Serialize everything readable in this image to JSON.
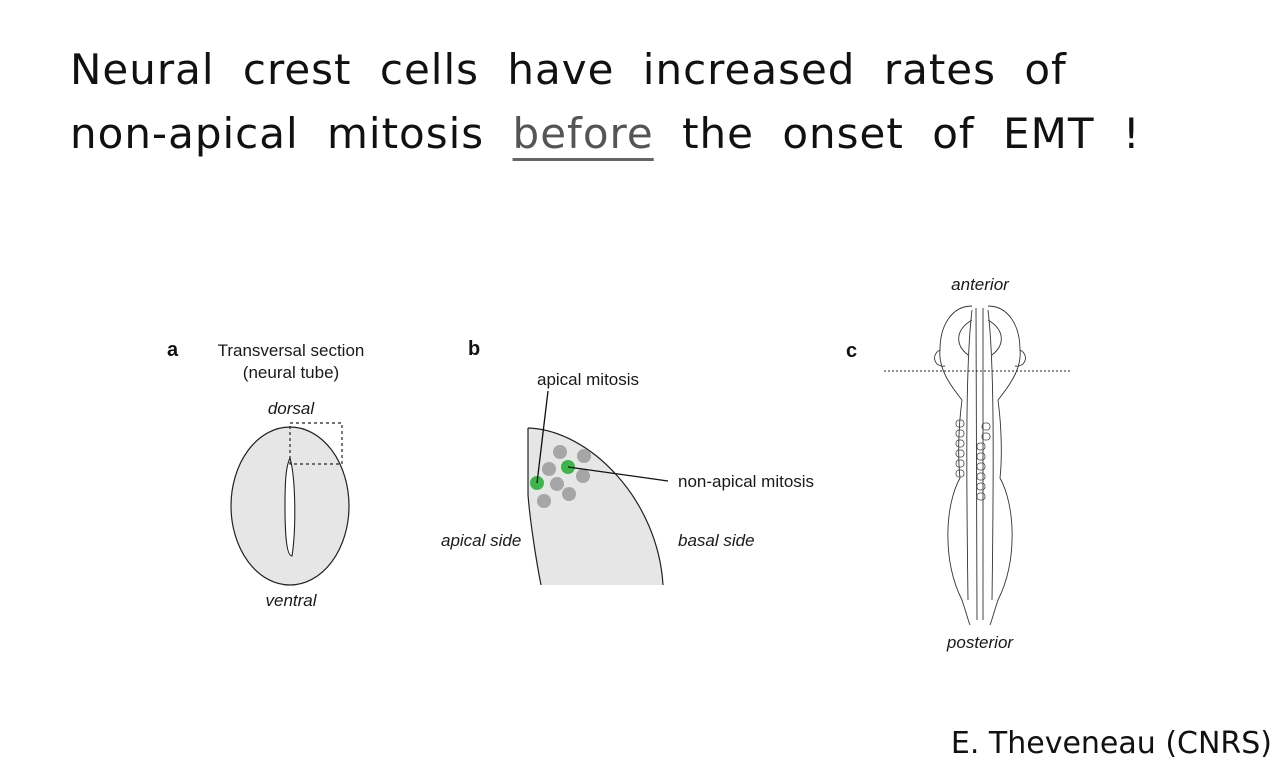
{
  "headline": {
    "line1": "Neural crest cells have increased rates of",
    "line2_before": "non-apical mitosis",
    "line2_emphasis": "before",
    "line2_after": "the onset of EMT !"
  },
  "panel_a": {
    "letter": "a",
    "title_line1": "Transversal section",
    "title_line2": "(neural tube)",
    "dorsal": "dorsal",
    "ventral": "ventral"
  },
  "panel_b": {
    "letter": "b",
    "apical_mitosis": "apical mitosis",
    "non_apical_mitosis": "non-apical mitosis",
    "apical_side": "apical side",
    "basal_side": "basal side"
  },
  "panel_c": {
    "letter": "c",
    "anterior": "anterior",
    "posterior": "posterior"
  },
  "credit": "E. Theveneau (CNRS)",
  "colors": {
    "tissue_fill": "#e6e6e6",
    "cell_gray": "#a6a6a6",
    "mitosis_green": "#3cb54a"
  }
}
